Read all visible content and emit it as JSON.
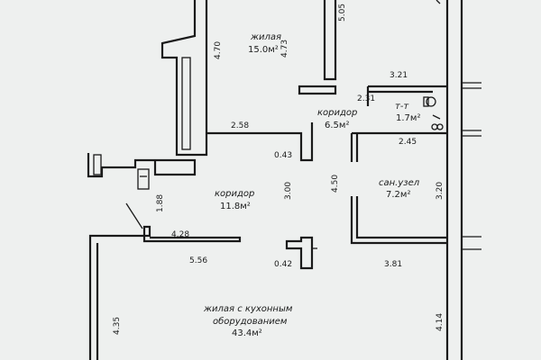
{
  "rooms": {
    "living_top": {
      "name": "жилая",
      "area": "15.0м²"
    },
    "corridor_small": {
      "name": "коридор",
      "area": "6.5м²"
    },
    "toilet": {
      "name": "т-т",
      "area": "1.7м²"
    },
    "bathroom": {
      "name": "сан.узел",
      "area": "7.2м²"
    },
    "corridor_main": {
      "name": "коридор",
      "area": "11.8м²"
    },
    "living_kitchen": {
      "name_line1": "жилая с кухонным",
      "name_line2": "оборудованием",
      "area": "43.4м²"
    }
  },
  "dimensions": {
    "d_470": "4.70",
    "d_473": "4.73",
    "d_505": "5.05",
    "d_321": "3.21",
    "d_231": "2.31",
    "d_258": "2.58",
    "d_245": "2.45",
    "d_043": "0.43",
    "d_188": "1.88",
    "d_300": "3.00",
    "d_450": "4.50",
    "d_320": "3.20",
    "d_428": "4.28",
    "d_556": "5.56",
    "d_042": "0.42",
    "d_381": "3.81",
    "d_435": "4.35",
    "d_414": "4.14"
  },
  "colors": {
    "paper": "#eef0ef",
    "ink": "#1a1a1a"
  }
}
